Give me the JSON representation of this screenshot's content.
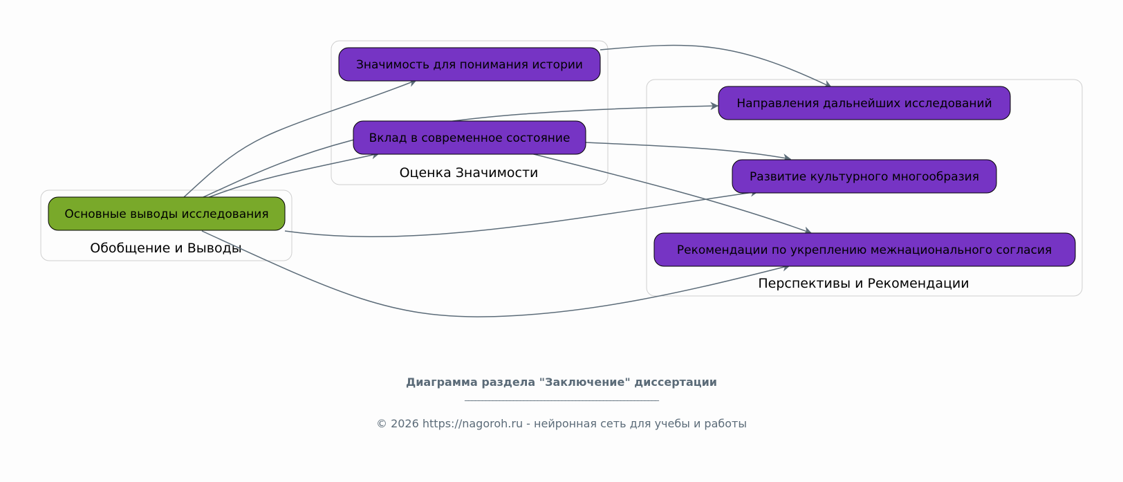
{
  "clusters": {
    "summary": "Обобщение и Выводы",
    "significance": "Оценка Значимости",
    "perspectives": "Перспективы и Рекомендации"
  },
  "nodes": {
    "main_conclusions": "Основные выводы исследования",
    "history_significance": "Значимость для понимания истории",
    "contribution": "Вклад в современное состояние",
    "future_directions": "Направления дальнейших исследований",
    "cultural_diversity": "Развитие культурного многообразия",
    "recommendations": "Рекомендации по укреплению межнационального согласия"
  },
  "footer": {
    "title": "Диаграмма раздела \"Заключение\" диссертации",
    "rule": "________________________________________________________",
    "copyright": "© 2026 https://nagoroh.ru - нейронная сеть для учебы и работы"
  },
  "colors": {
    "root": "#79a92a",
    "node": "#7634c4",
    "edge": "#5b6b78"
  }
}
